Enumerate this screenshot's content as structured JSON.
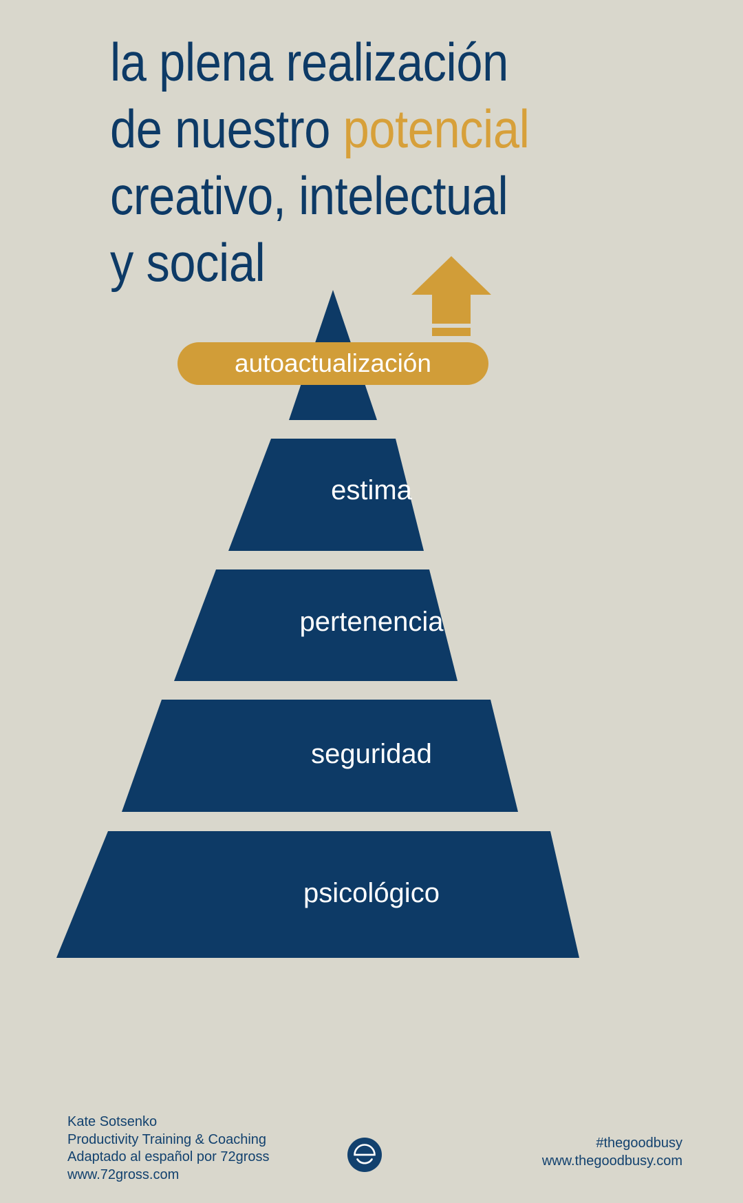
{
  "poster": {
    "background_color": "#d9d7cc",
    "navy": "#0d3a66",
    "gold": "#d19d38",
    "white": "#ffffff"
  },
  "title": {
    "lines": [
      {
        "text": "la plena realización",
        "highlight": ""
      },
      {
        "text": "de nuestro ",
        "highlight": "potencial"
      },
      {
        "text": "creativo, intelectual",
        "highlight": ""
      },
      {
        "text": "y social",
        "highlight": ""
      }
    ],
    "line1": "la plena realización",
    "line2_plain": "de nuestro ",
    "line2_gold": "potencial",
    "line3": "creativo, intelectual",
    "line4": "y social"
  },
  "pyramid": {
    "type": "maslow-hierarchy",
    "levels": [
      {
        "label": "autoactualización",
        "style": "gold-pill",
        "rank": 5
      },
      {
        "label": "estima",
        "style": "navy-trapezoid",
        "rank": 4
      },
      {
        "label": "pertenencia",
        "style": "navy-trapezoid",
        "rank": 3
      },
      {
        "label": "seguridad",
        "style": "navy-trapezoid",
        "rank": 2
      },
      {
        "label": "psicológico",
        "style": "navy-trapezoid",
        "rank": 1
      }
    ],
    "apex_label": "autoactualización",
    "level_estima": "estima",
    "level_pertenencia": "pertenencia",
    "level_seguridad": "seguridad",
    "level_psicologico": "psicológico"
  },
  "arrow": {
    "icon": "up-arrow-icon",
    "color": "#d19d38",
    "motion_lines": 2
  },
  "footer": {
    "left": {
      "line1": "Kate Sotsenko",
      "line2": "Productivity Training & Coaching",
      "line3": "Adaptado al español por 72gross",
      "line4": "www.72gross.com"
    },
    "logo": {
      "name": "thegoodbusy-logo",
      "color": "#12416e"
    },
    "right": {
      "line1": "#thegoodbusy",
      "line2": "www.thegoodbusy.com"
    }
  }
}
